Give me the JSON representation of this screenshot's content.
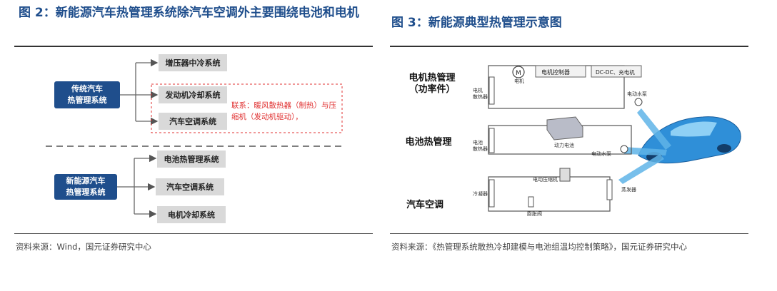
{
  "left": {
    "title": "图 2：新能源汽车热管理系统除汽车空调外主要围绕电池和电机",
    "traditional_label": "传统汽车\n热管理系统",
    "traditional_items": [
      "增压器中冷系统",
      "发动机冷却系统",
      "汽车空调系统"
    ],
    "relation_note": "联系：暖风散热器（制热）与压缩机（发动机驱动），",
    "nev_label": "新能源汽车\n热管理系统",
    "nev_items": [
      "电池热管理系统",
      "汽车空调系统",
      "电机冷却系统"
    ],
    "source": "资料来源：Wind，国元证券研究中心"
  },
  "right": {
    "title": "图 3：新能源典型热管理示意图",
    "section_labels": [
      "电机热管理\n（功率件）",
      "电池热管理",
      "汽车空调"
    ],
    "components": {
      "motor_symbol": "M",
      "motor": "电机",
      "motor_controller": "电机控制器",
      "dcdc": "DC-DC、充电机",
      "motor_radiator": "电机\n散热器",
      "pump1": "电动水泵",
      "battery_radiator": "电池\n散热器",
      "battery": "动力电池",
      "pump2": "电动水泵",
      "compressor": "电动压缩机",
      "condenser": "冷凝器",
      "expansion_valve": "膨胀阀",
      "evaporator": "蒸发器"
    },
    "source": "资料来源：《热管理系统散热冷却建模与电池组温均控制策略》，国元证券研究中心"
  },
  "colors": {
    "title_blue": "#1f4e8c",
    "box_grey": "#d9d9d9",
    "note_red": "#e03030",
    "car_blue": "#2f8fd8"
  }
}
